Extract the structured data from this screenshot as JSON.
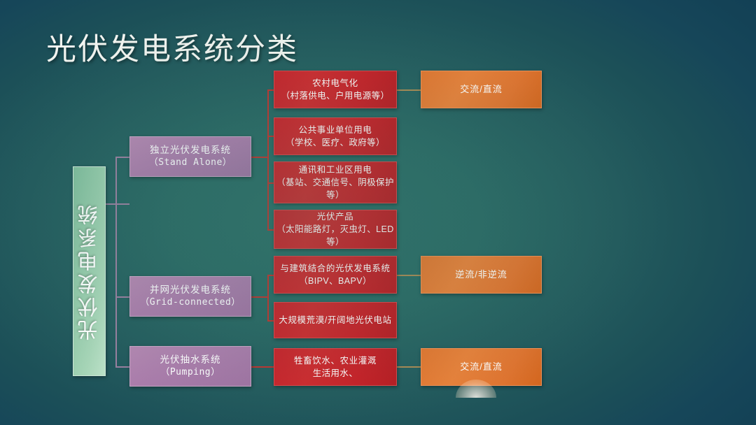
{
  "slide": {
    "title": "光伏发电系统分类",
    "background_color": "#14435a",
    "background_center_color": "#2e6f68"
  },
  "root": {
    "label": "光伏发电系统",
    "color": "#93c9a9"
  },
  "level1": {
    "color": "#ac7dac",
    "items": [
      {
        "line1": "独立光伏发电系统",
        "line2": "（Stand Alone）"
      },
      {
        "line1": "并网光伏发电系统",
        "line2": "（Grid-connected）"
      },
      {
        "line1": "光伏抽水系统",
        "line2": "（Pumping）"
      }
    ]
  },
  "level2": {
    "color": "#c8202 7",
    "items": [
      {
        "line1": "农村电气化",
        "line2": "（村落供电、户用电源等）",
        "line3": ""
      },
      {
        "line1": "公共事业单位用电",
        "line2": "（学校、医疗、政府等）",
        "line3": ""
      },
      {
        "line1": "通讯和工业区用电",
        "line2": "（基站、交通信号、阴极保护",
        "line3": "等）"
      },
      {
        "line1": "光伏产品",
        "line2": "（太阳能路灯，灭虫灯、LED等）",
        "line3": ""
      },
      {
        "line1": "与建筑结合的光伏发电系统",
        "line2": "（BIPV、BAPV）",
        "line3": ""
      },
      {
        "line1": "大规模荒漠/开阔地光伏电站",
        "line2": "",
        "line3": ""
      },
      {
        "line1": "牲畜饮水、农业灌溉",
        "line2": "生活用水、",
        "line3": ""
      }
    ]
  },
  "level3": {
    "color": "#e3762f",
    "items": [
      {
        "label": "交流/直流"
      },
      {
        "label": "逆流/非逆流"
      },
      {
        "label": "交流/直流"
      }
    ]
  }
}
